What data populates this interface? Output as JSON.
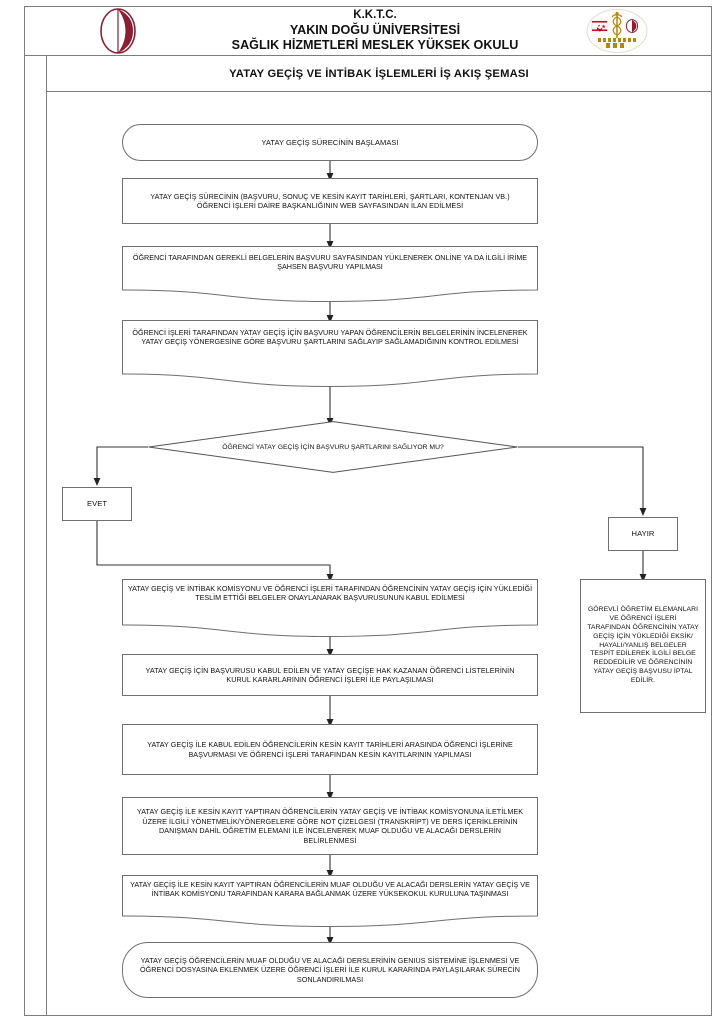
{
  "header": {
    "line1": "K.K.T.C.",
    "line2": "YAKIN DOĞU ÜNİVERSİTESİ",
    "line3": "SAĞLIK HİZMETLERİ MESLEK YÜKSEK OKULU",
    "logo_left_name": "near-east-university-crescent-logo",
    "logo_right_name": "health-vocational-school-emblem-logo",
    "title": "YATAY GEÇİŞ VE İNTİBAK İŞLEMLERİ İŞ AKIŞ ŞEMASI"
  },
  "colors": {
    "logo_maroon": "#8d1d33",
    "line": "#6f6f6f",
    "frame": "#7d7d7d",
    "text": "#111111",
    "background": "#ffffff"
  },
  "chart_data": {
    "type": "diagram",
    "diagram_kind": "flowchart",
    "title": "YATAY GEÇİŞ VE İNTİBAK İŞLEMLERİ İŞ AKIŞ ŞEMASI",
    "orientation": "top-to-bottom",
    "nodes": [
      {
        "id": "n1",
        "shape": "terminator",
        "text": "YATAY GEÇİŞ SÜRECİNİN BAŞLAMASI"
      },
      {
        "id": "n2",
        "shape": "process",
        "text": "YATAY GEÇİŞ SÜRECİNİN (BAŞVURU, SONUÇ VE KESİN KAYIT TARİHLERİ, ŞARTLARI, KONTENJAN VB.) ÖĞRENCİ İŞLERİ DAİRE BAŞKANLIĞININ WEB SAYFASINDAN İLAN EDİLMESİ"
      },
      {
        "id": "n3",
        "shape": "document",
        "text": "ÖĞRENCİ TARAFINDAN GEREKLİ  BELGELERİN BAŞVURU SAYFASINDAN YÜKLENEREK ONLİNE YA DA İLGİLİ İRİME ŞAHSEN BAŞVURU YAPILMASI"
      },
      {
        "id": "n4",
        "shape": "document",
        "text": "ÖĞRENCİ İŞLERİ TARAFINDAN YATAY GEÇİŞ İÇİN BAŞVURU YAPAN ÖĞRENCİLERİN BELGELERİNİN İNCELENEREK YATAY GEÇİŞ YÖNERGESİNE GÖRE BAŞVURU ŞARTLARINI SAĞLAYIP SAĞLAMADIĞININ KONTROL EDİLMESİ"
      },
      {
        "id": "n5",
        "shape": "decision",
        "text": "ÖĞRENCİ YATAY GEÇİŞ İÇİN BAŞVURU ŞARTLARINI SAĞLIYOR MU?"
      },
      {
        "id": "n6",
        "shape": "process",
        "text": "EVET"
      },
      {
        "id": "n7",
        "shape": "process",
        "text": "HAYIR"
      },
      {
        "id": "n8",
        "shape": "document",
        "text": "YATAY GEÇİŞ VE İNTİBAK KOMİSYONU VE ÖĞRENCİ İŞLERİ TARAFINDAN ÖĞRENCİNİN YATAY GEÇİŞ İÇİN YÜKLEDİĞİ  TESLİM ETTİĞİ BELGELER ONAYLANARAK BAŞVURUSUNUN KABUL EDİLMESİ"
      },
      {
        "id": "n9",
        "shape": "process",
        "text": "YATAY GEÇİŞ İÇİN BAŞVURUSU KABUL EDİLEN VE YATAY GEÇİŞE HAK KAZANAN ÖĞRENCİ LİSTELERİNİN KURUL KARARLARININ ÖĞRENCİ İŞLERİ İLE PAYLAŞILMASI"
      },
      {
        "id": "n10",
        "shape": "process",
        "text": "YATAY GEÇİŞ İLE KABUL EDİLEN ÖĞRENCİLERİN KESİN KAYIT TARİHLERİ ARASINDA ÖĞRENCİ İŞLERİNE BAŞVURMASI VE ÖĞRENCİ İŞLERİ TARAFINDAN KESİN KAYITLARININ YAPILMASI"
      },
      {
        "id": "n11",
        "shape": "process",
        "text": "YATAY GEÇİŞ İLE KESİN KAYIT YAPTIRAN ÖĞRENCİLERİN YATAY GEÇİŞ VE İNTİBAK KOMİSYONUNA İLETİLMEK ÜZERE İLGİLİ YÖNETMELİK/YÖNERGELERE GÖRE NOT ÇİZELGESİ (TRANSKRİPT) VE DERS İÇERİKLERİNİN DANIŞMAN DAHİL ÖĞRETİM ELEMANI İLE İNCELENEREK MUAF OLDUĞU VE ALACAĞI DERSLERİN BELİRLENMESİ"
      },
      {
        "id": "n12",
        "shape": "document",
        "text": "YATAY GEÇİŞ İLE KESİN KAYIT YAPTIRAN ÖĞRENCİLERİN MUAF OLDUĞU VE ALACAĞI DERSLERİN YATAY GEÇİŞ VE İNTİBAK KOMİSYONU TARAFINDAN KARARA BAĞLANMAK ÜZERE YÜKSEKOKUL KURULUNA TAŞINMASI"
      },
      {
        "id": "n13",
        "shape": "terminator",
        "text": "YATAY GEÇİŞ ÖĞRENCİLERİN MUAF OLDUĞU VE ALACAĞI DERSLERİNİN GENIUS SİSTEMİNE İŞLENMESİ VE ÖĞRENCİ DOSYASINA EKLENMEK ÜZERE ÖĞRENCİ İŞLERİ İLE  KURUL KARARINDA  PAYLAŞILARAK SÜRECİN SONLANDIRILMASI"
      },
      {
        "id": "n14",
        "shape": "process",
        "text": "GÖREVLİ ÖĞRETİM ELEMANLARI VE ÖĞRENCİ İŞLERİ TARAFINDAN ÖĞRENCİNİN YATAY GEÇİŞ İÇİN YÜKLEDİĞİ EKSİK/ HAYALI/YANLIŞ BELGELER TESPİT EDİLEREK İLGİLİ BELGE REDDEDİLİR VE ÖĞRENCİNİN YATAY GEÇİŞ BAŞVUSU İPTAL EDİLİR."
      }
    ],
    "edges": [
      {
        "from": "n1",
        "to": "n2",
        "label": ""
      },
      {
        "from": "n2",
        "to": "n3",
        "label": ""
      },
      {
        "from": "n3",
        "to": "n4",
        "label": ""
      },
      {
        "from": "n4",
        "to": "n5",
        "label": ""
      },
      {
        "from": "n5",
        "to": "n6",
        "label": "EVET"
      },
      {
        "from": "n5",
        "to": "n7",
        "label": "HAYIR"
      },
      {
        "from": "n6",
        "to": "n8",
        "label": ""
      },
      {
        "from": "n8",
        "to": "n9",
        "label": ""
      },
      {
        "from": "n9",
        "to": "n10",
        "label": ""
      },
      {
        "from": "n10",
        "to": "n11",
        "label": ""
      },
      {
        "from": "n11",
        "to": "n12",
        "label": ""
      },
      {
        "from": "n12",
        "to": "n13",
        "label": ""
      },
      {
        "from": "n7",
        "to": "n14",
        "label": ""
      }
    ]
  }
}
